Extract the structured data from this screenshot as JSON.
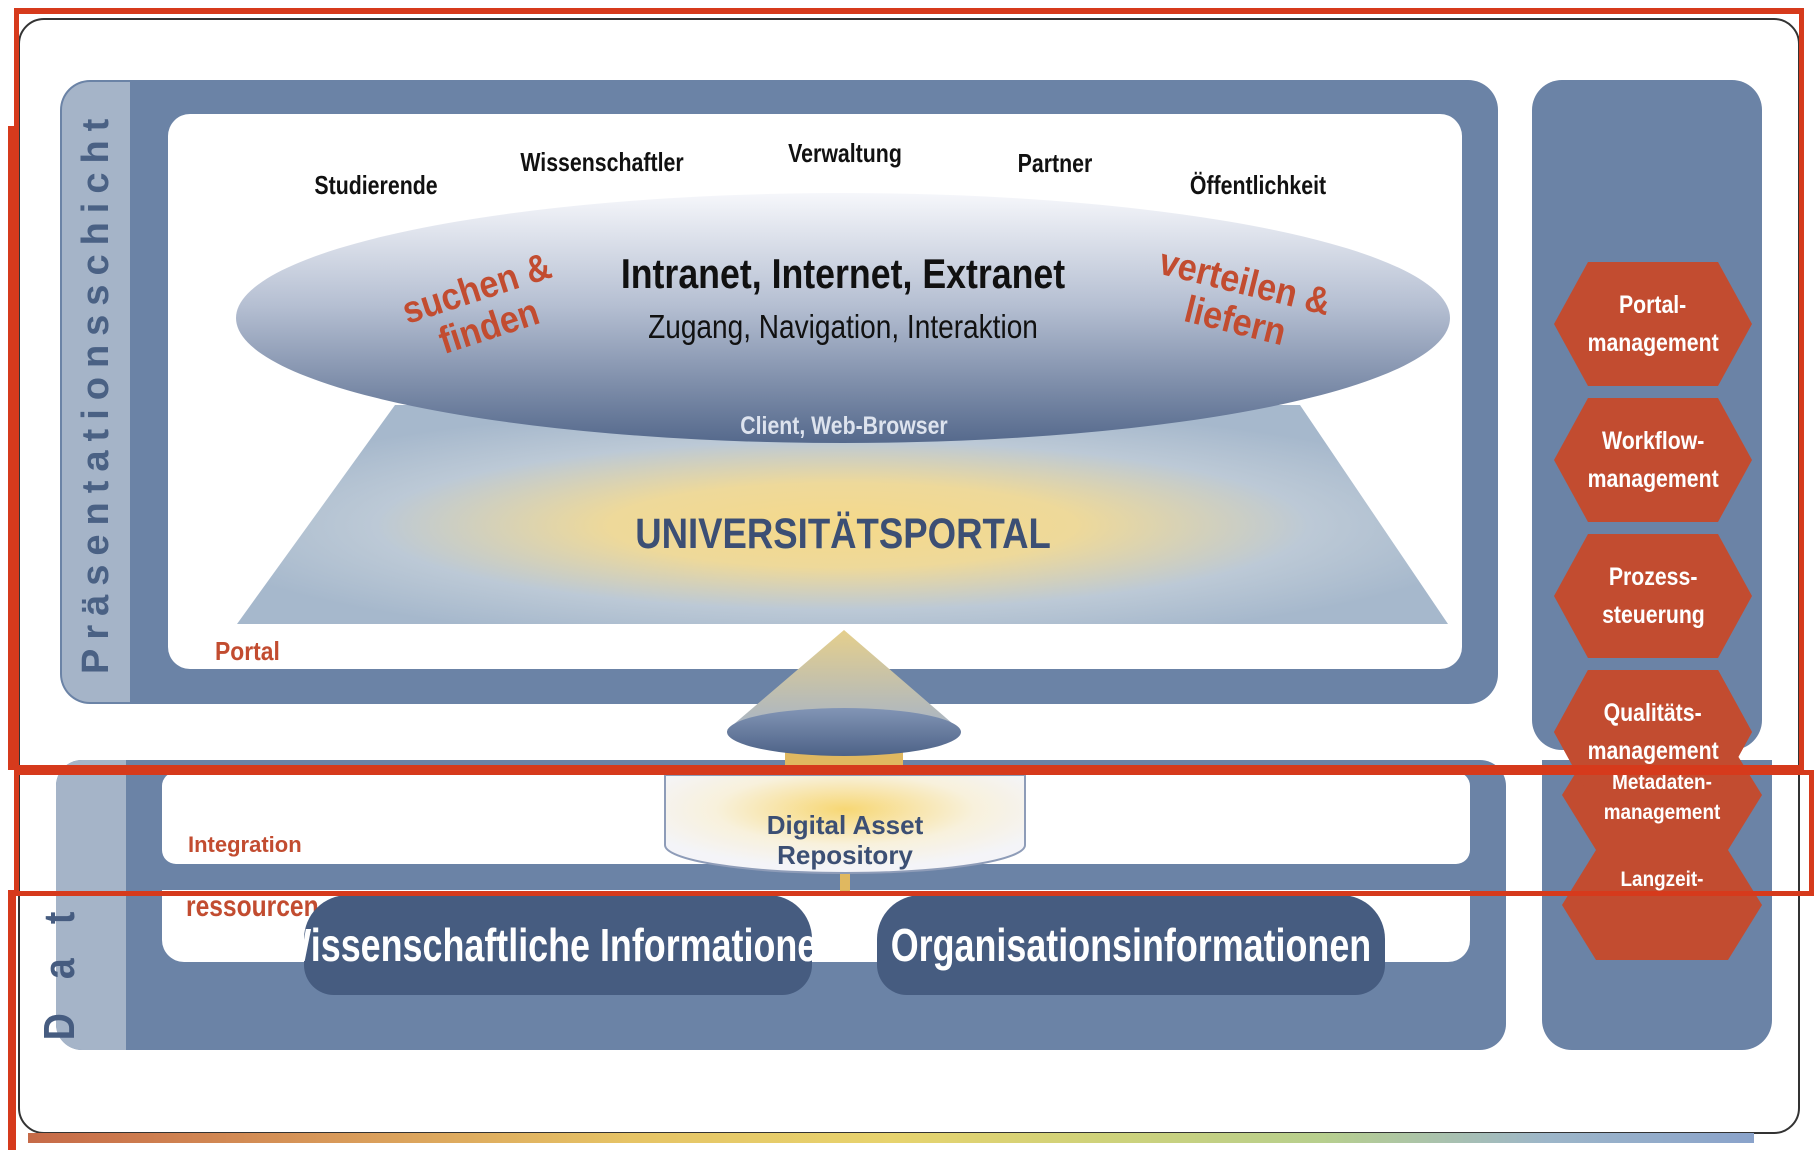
{
  "layers": {
    "presentation": "Präsentationsschicht",
    "data_partial": "D a t"
  },
  "audiences": [
    "Studierende",
    "Wissenschaftler",
    "Verwaltung",
    "Partner",
    "Öffentlichkeit"
  ],
  "ellipse": {
    "title": "Intranet, Internet, Extranet",
    "subtitle": "Zugang, Navigation, Interaktion",
    "left_action": "suchen & finden",
    "right_action": "verteilen & liefern"
  },
  "client_label": "Client, Web-Browser",
  "portal_title": "UNIVERSITÄTSPORTAL",
  "portal_label": "Portal",
  "integration_label": "Integration",
  "resources_label": "ressourcen",
  "repository": {
    "line1": "Digital Asset",
    "line2": "Repository"
  },
  "info_boxes": [
    "Wissenschaftliche Informationen",
    "Organisationsinformationen"
  ],
  "management_functions": [
    [
      "Portal-",
      "management"
    ],
    [
      "Workflow-",
      "management"
    ],
    [
      "Prozess-",
      "steuerung"
    ],
    [
      "Qualitäts-",
      "management"
    ]
  ],
  "lower_functions": [
    [
      "Metadaten-",
      "management"
    ],
    [
      "Langzeit-"
    ]
  ],
  "colors": {
    "panel": "#6b83a6",
    "panel_light": "#a5b4c8",
    "hexagon": "#c24c30",
    "accent_red": "#c24c30",
    "highlight_box": "#d63a1c",
    "navy_text": "#3c4f74",
    "pill": "#465c80"
  },
  "icons": [
    "hexagon-shape",
    "cone-shape",
    "cylinder-shape",
    "ellipse-shape"
  ]
}
